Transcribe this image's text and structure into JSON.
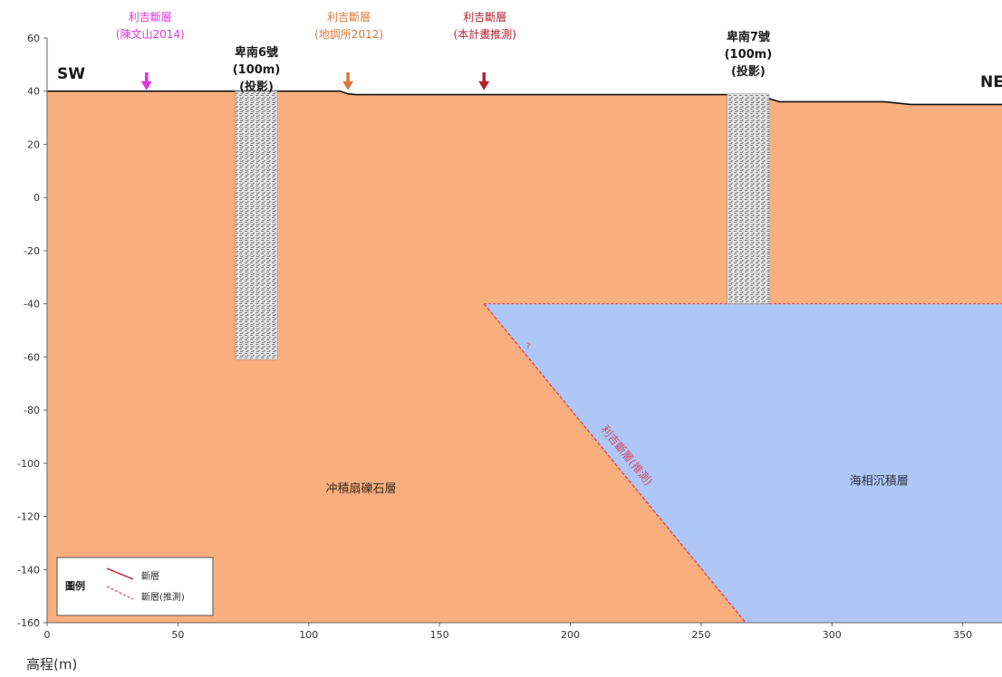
{
  "chart_data": {
    "type": "cross-section",
    "x_ticks": [
      0,
      50,
      100,
      150,
      200,
      250,
      300,
      350
    ],
    "y_ticks": [
      60,
      40,
      20,
      0,
      -20,
      -40,
      -60,
      -80,
      -100,
      -120,
      -140,
      -160
    ],
    "xlim": [
      0,
      365
    ],
    "ylim": [
      -160,
      60
    ],
    "xlabel": "高程(m)",
    "grid": false,
    "ground_surface": [
      [
        0,
        40
      ],
      [
        70,
        40
      ],
      [
        112,
        40
      ],
      [
        115,
        39
      ],
      [
        118,
        38.7
      ],
      [
        260,
        38.7
      ],
      [
        264,
        38.5
      ],
      [
        275,
        37.5
      ],
      [
        280,
        36
      ],
      [
        320,
        36
      ],
      [
        330,
        35
      ],
      [
        365,
        35
      ]
    ],
    "sides": {
      "left": "SW",
      "right": "NE"
    },
    "layers": [
      {
        "name": "冲積扇礫石層",
        "color": "#f9ae7e",
        "label_pos": [
          120,
          -111
        ]
      },
      {
        "name": "海相沉積層",
        "color": "#aec7f6",
        "polygon": [
          [
            167,
            -40
          ],
          [
            365,
            -40
          ],
          [
            365,
            -160
          ],
          [
            267,
            -160
          ]
        ],
        "label_pos": [
          318,
          -108
        ]
      }
    ],
    "faults": [
      {
        "label": "利吉斷層\n(陳文山2014)",
        "x": 38,
        "color": "#e233dc"
      },
      {
        "label": "利吉斷層\n(地調所2012)",
        "x": 115,
        "color": "#d8783a"
      },
      {
        "label": "利吉斷層\n(本計畫推測)",
        "x": 167,
        "color": "#b81d29"
      }
    ],
    "inferred_fault": {
      "label": "利吉斷層(推測)",
      "line": [
        [
          167,
          -40
        ],
        [
          267,
          -160
        ]
      ],
      "question_mark": "?",
      "color": "#d64a60"
    },
    "boreholes": [
      {
        "name": "卑南6號\n(100m)\n(投影)",
        "x_center": 80,
        "width": 16,
        "top": 40,
        "bottom": -61
      },
      {
        "name": "卑南7號\n(100m)\n(投影)",
        "x_center": 268,
        "width": 16,
        "top": 39,
        "bottom": -40
      }
    ],
    "legend": {
      "title": "圖例",
      "position": "bottom-left",
      "items": [
        {
          "label": "斷層",
          "style": "solid",
          "color": "#b81d29"
        },
        {
          "label": "斷層(推測)",
          "style": "dashed",
          "color": "#e0585f"
        }
      ]
    }
  }
}
